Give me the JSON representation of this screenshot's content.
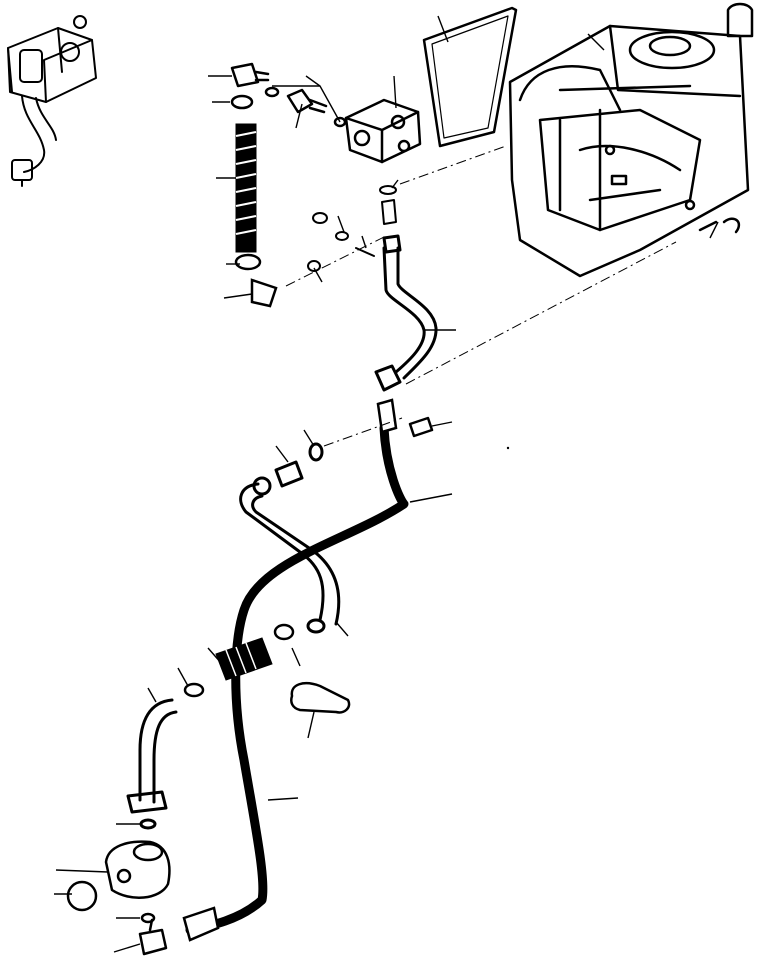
{
  "diagram": {
    "style": "exploded parts illustration, black line art on white",
    "colors": {
      "ink": "#000000",
      "background": "#ffffff"
    },
    "parts": [
      {
        "name": "hydraulic-tank"
      },
      {
        "name": "tank-cover-gasket"
      },
      {
        "name": "filter-assembly-inset"
      },
      {
        "name": "valve-block"
      },
      {
        "name": "elbow-fitting-top"
      },
      {
        "name": "adapter-fitting"
      },
      {
        "name": "hose-clamp-upper"
      },
      {
        "name": "suction-hose-short"
      },
      {
        "name": "steel-tube"
      },
      {
        "name": "hose-assembly-long"
      },
      {
        "name": "suction-tube-bent"
      },
      {
        "name": "suction-hose-lower"
      },
      {
        "name": "return-tube-lower"
      },
      {
        "name": "pump"
      },
      {
        "name": "elbow-fitting-lower"
      },
      {
        "name": "strap-clamp"
      }
    ]
  }
}
